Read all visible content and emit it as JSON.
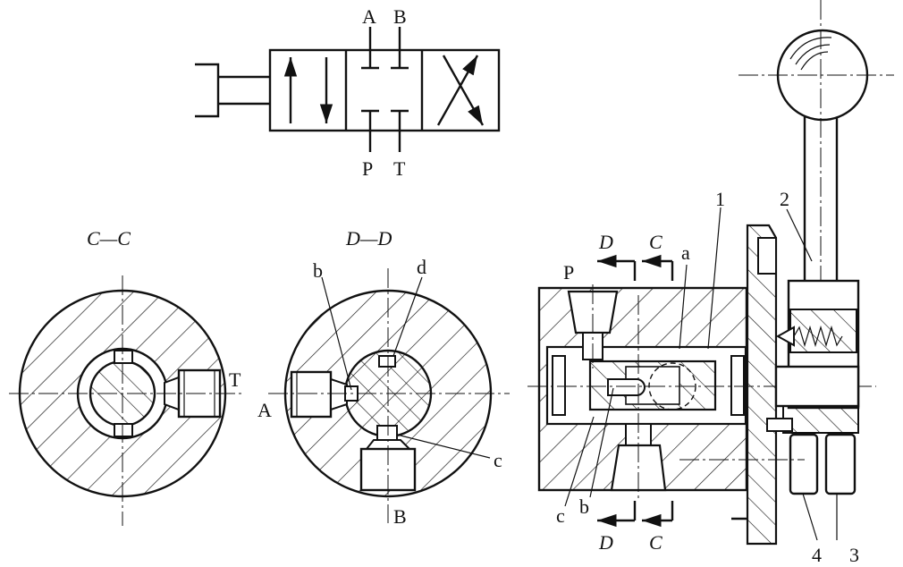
{
  "symbol": {
    "ports_top": [
      "A",
      "B"
    ],
    "ports_bottom": [
      "P",
      "T"
    ]
  },
  "section_cc": {
    "title": "C—C",
    "labels": {
      "t": "T",
      "a": "A"
    }
  },
  "section_dd": {
    "title": "D—D",
    "labels": {
      "b": "b",
      "d": "d",
      "c": "c",
      "B": "B"
    }
  },
  "main_view": {
    "cut_top": [
      "D",
      "C"
    ],
    "cut_bottom": [
      "D",
      "C"
    ],
    "labels": {
      "P": "P",
      "a": "a",
      "c": "c",
      "b": "b"
    },
    "part_numbers": [
      "1",
      "2",
      "3",
      "4"
    ]
  }
}
